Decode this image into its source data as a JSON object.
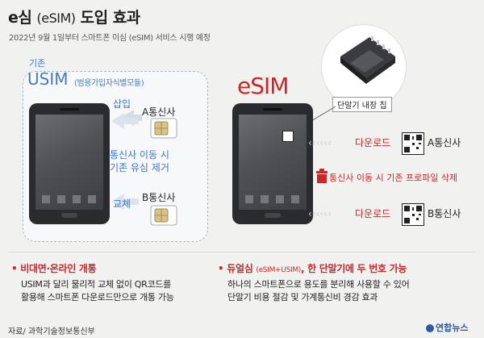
{
  "header": {
    "title_main": "e심 ",
    "title_paren": "(eSIM)",
    "title_end": " 도입 효과",
    "subtitle": "2022년 9월 1일부터 스마트폰 이심 (eSIM) 서비스 시행 예정"
  },
  "usim": {
    "caption_old": "기존",
    "label": "USIM",
    "label_paren": "(범용가입자식별모듈)",
    "insert_label": "삽입",
    "carrier_a": "A통신사",
    "move_note_line1": "통신사 이동 시",
    "move_note_line2": "기존 유심 제거",
    "swap_label": "교체",
    "carrier_b": "B통신사"
  },
  "esim": {
    "label": "eSIM",
    "chip_caption": "단말기 내장 칩",
    "download_a": "다운로드",
    "carrier_a": "A통신사",
    "delete_note": "통신사 이동 시 기존 프로파일 삭제",
    "download_b": "다운로드",
    "carrier_b": "B통신사"
  },
  "bullets": {
    "left_title": "• 비대면·온라인 개통",
    "left_line1": "USIM과 달리 물리적 교체 없이 QR코드를",
    "left_line2": "활용해 스마트폰 다운로드만으로 개통 가능",
    "right_title_a": "• 듀얼심 ",
    "right_title_small": "(eSIM+USIM)",
    "right_title_b": ", 한 단말기에 두 번호 가능",
    "right_line1": "하나의 스마트폰으로 용도를 분리해 사용할 수 있어",
    "right_line2": "단말기 비용 절감 및 가계통신비 경감 효과"
  },
  "footer": {
    "source": "자료/ 과학기술정보통신부",
    "logo": "연합뉴스"
  },
  "colors": {
    "accent_red": "#c6282b",
    "accent_blue": "#3e76c2"
  },
  "icons": [
    "sim-card-icon",
    "chip-icon",
    "qr-code-icon",
    "trash-icon",
    "arrow-left-icon",
    "arrow-right-icon"
  ]
}
